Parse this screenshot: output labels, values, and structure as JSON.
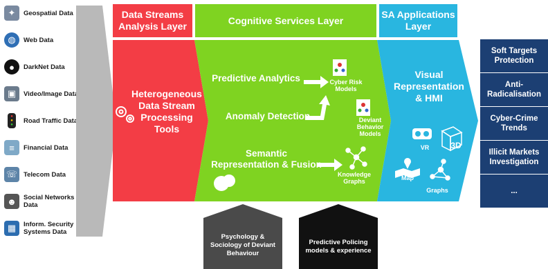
{
  "data_sources": [
    {
      "label": "Geospatial Data",
      "icon": "satellite-icon",
      "color": "#7a8aa0"
    },
    {
      "label": "Web Data",
      "icon": "globe-icon",
      "color": "#2f6fb5"
    },
    {
      "label": "DarkNet Data",
      "icon": "darknet-icon",
      "color": "#111111"
    },
    {
      "label": "Video/Image Data",
      "icon": "camera-icon",
      "color": "#6b7b8c"
    },
    {
      "label": "Road Traffic Data",
      "icon": "traffic-light-icon",
      "color": "#222222"
    },
    {
      "label": "Financial Data",
      "icon": "coins-icon",
      "color": "#7fa9c7"
    },
    {
      "label": "Telecom Data",
      "icon": "telecom-icon",
      "color": "#5d84a8"
    },
    {
      "label": "Social Networks Data",
      "icon": "people-icon",
      "color": "#555555"
    },
    {
      "label": "Inform. Security Systems Data",
      "icon": "security-icon",
      "color": "#2c6db0"
    }
  ],
  "headers": {
    "data_streams": "Data Streams Analysis Layer",
    "cognitive": "Cognitive Services Layer",
    "sa_applications": "SA Applications Layer"
  },
  "processing": "Heterogeneous Data Stream Processing Tools",
  "cognitive_items": {
    "predictive": "Predictive Analytics",
    "anomaly": "Anomaly Detection",
    "semantic": "Semantic Representation & Fusion"
  },
  "outputs": {
    "cyber_risk": "Cyber Risk Models",
    "deviant": "Deviant Behavior Models",
    "knowledge": "Knowledge Graphs"
  },
  "sa": {
    "visual": "Visual Representation & HMI",
    "vr": "VR",
    "three_d": "3D",
    "map": "Map",
    "graphs": "Graphs"
  },
  "right_boxes": [
    "Soft Targets Protection",
    "Anti-Radicalisation",
    "Cyber-Crime Trends",
    "Illicit Markets Investigation",
    "..."
  ],
  "bottom": {
    "psychology": "Psychology & Sociology of Deviant Behaviour",
    "policing": "Predictive Policing models & experience"
  },
  "colors": {
    "red": "#f33d45",
    "green": "#7fd321",
    "blue": "#29b6e0",
    "navy": "#1c3f73",
    "grey": "#b9b9b9"
  }
}
